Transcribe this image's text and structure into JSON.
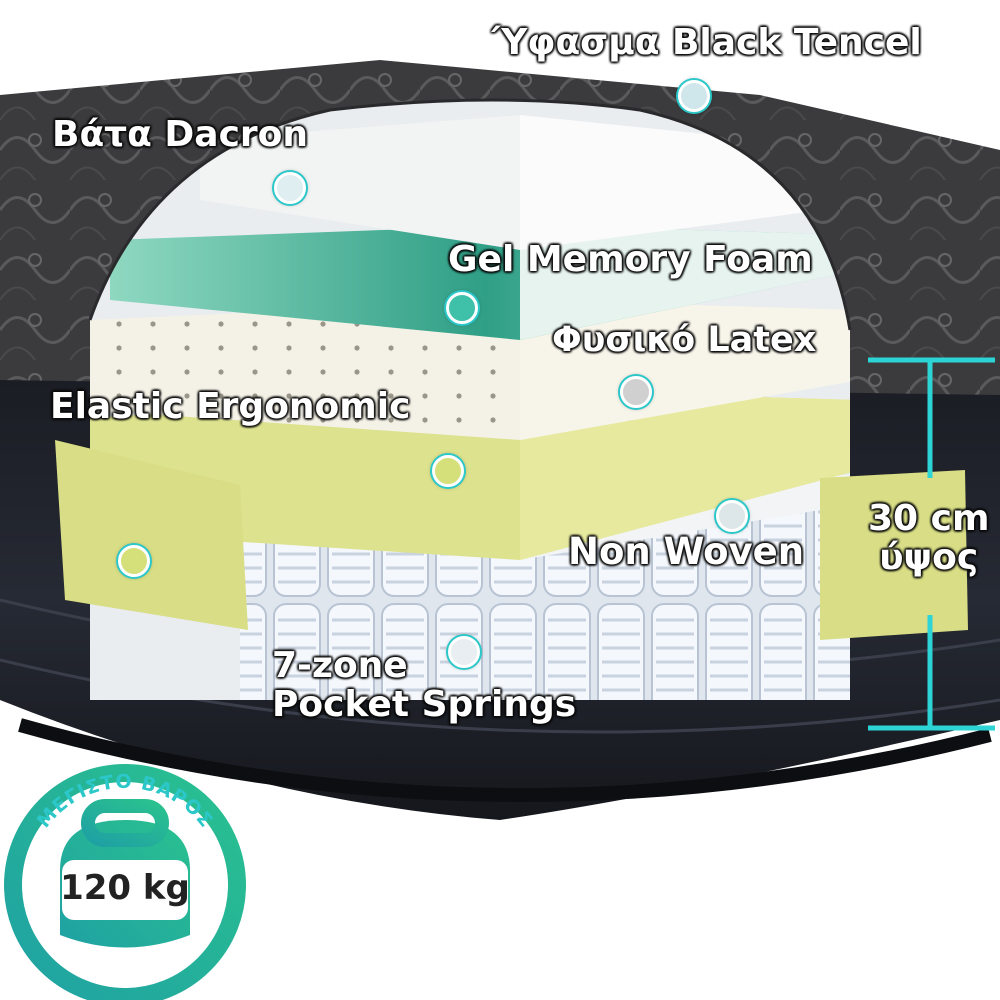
{
  "labels": {
    "tencel": "Ύφασμα Black Tencel",
    "dacron": "Βάτα Dacron",
    "gel": "Gel Memory Foam",
    "latex": "Φυσικό Latex",
    "elastic": "Elastic Ergonomic",
    "nonwoven": "Non Woven",
    "springs_line1": "7-zone",
    "springs_line2": "Pocket Springs",
    "height_line1": "30 cm",
    "height_line2": "ύψος"
  },
  "badge": {
    "title": "ΜΕΓΙΣΤΟ ΒΑΡΟΣ",
    "value": "120 kg"
  },
  "colors": {
    "accent": "#2cc7c9",
    "badge_ring_start": "#1fa1a3",
    "badge_ring_end": "#2ac18f"
  }
}
